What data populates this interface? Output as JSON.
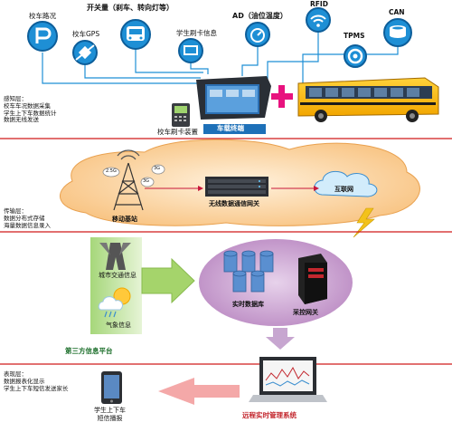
{
  "perception": {
    "icons": [
      {
        "label": "校车路况",
        "icon": "route-icon"
      },
      {
        "label": "校车GPS",
        "icon": "satellite-icon"
      },
      {
        "label": "开关量（刹车、转向灯等）",
        "icon": "bus-front-icon"
      },
      {
        "label": "学生刷卡信息",
        "icon": "card-screen-icon"
      },
      {
        "label": "AD（油位温度）",
        "icon": "gauge-icon"
      },
      {
        "label": "RFID",
        "icon": "wifi-icon"
      },
      {
        "label": "CAN",
        "icon": "can-bus-icon"
      },
      {
        "label": "TPMS",
        "icon": "tire-icon"
      }
    ],
    "card_device": "校车刷卡装置",
    "terminal": "车载终端",
    "layer": [
      "感知层：",
      "校车车况数据采集",
      "学生上下车数据统计",
      "数据无线发送"
    ]
  },
  "transport": {
    "layer": [
      "传输层：",
      "数据分布式存储",
      "海量数据信息录入"
    ],
    "station": "移动基站",
    "gateway": "无线数据通信网关",
    "internet": "互联网",
    "badges": [
      "2.5G",
      "3G",
      "3G"
    ]
  },
  "third_party": {
    "traffic": "城市交通信息",
    "weather": "气象信息",
    "platform": "第三方信息平台"
  },
  "data_center": {
    "database": "实时数据库",
    "firewall": "采控网关"
  },
  "presentation": {
    "layer": [
      "表现层：",
      "数据报表化显示",
      "学生上下车短信发送家长"
    ],
    "phone": "学生上下车\n短信播报",
    "system": "远程实时管理系统"
  },
  "colors": {
    "icon_blue": "#1e8fd5",
    "divider_red": "#d11a1a",
    "cloud_orange": "#fbd29b",
    "ellipse_purple": "#c79ccc",
    "panel_green": "#c5e6a0",
    "arrow_magenta": "#e8127e"
  }
}
